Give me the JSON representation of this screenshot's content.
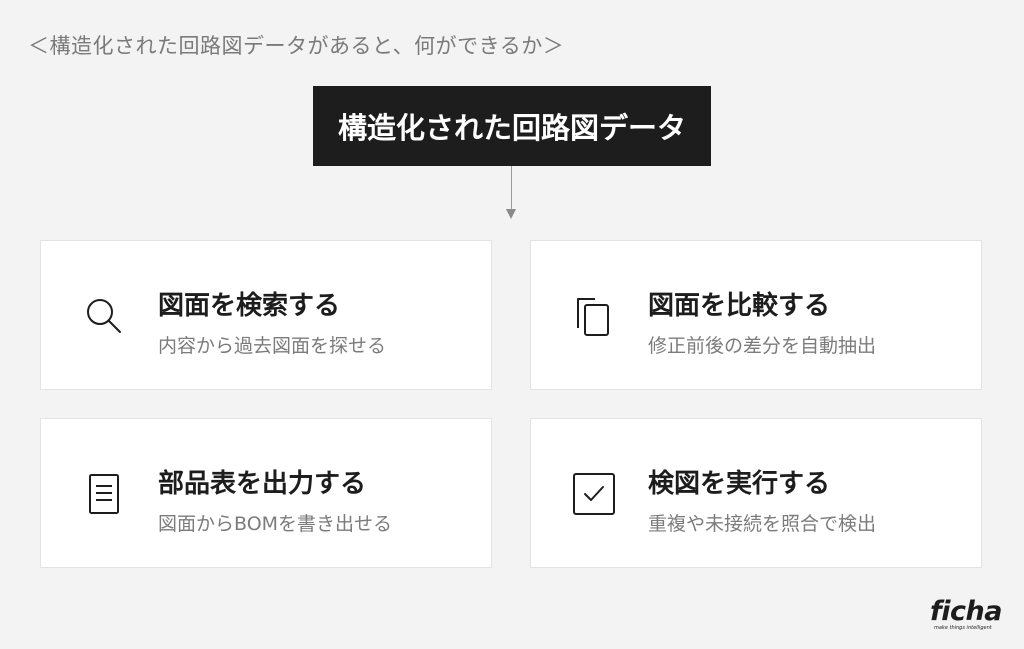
{
  "heading": "＜構造化された回路図データがあると、何ができるか＞",
  "source": {
    "label": "構造化された回路図データ"
  },
  "cards": [
    {
      "icon": "search-icon",
      "title": "図面を検索する",
      "desc": "内容から過去図面を探せる"
    },
    {
      "icon": "copy-icon",
      "title": "図面を比較する",
      "desc": "修正前後の差分を自動抽出"
    },
    {
      "icon": "document-icon",
      "title": "部品表を出力する",
      "desc": "図面からBOMを書き出せる"
    },
    {
      "icon": "checkbox-icon",
      "title": "検図を実行する",
      "desc": "重複や未接続を照合で検出"
    }
  ],
  "logo": {
    "name": "ficha",
    "tagline": "make things intelligent"
  },
  "colors": {
    "background": "#f3f3f3",
    "dark": "#1d1d1d",
    "card": "#ffffff",
    "muted": "#7c7c7c"
  }
}
